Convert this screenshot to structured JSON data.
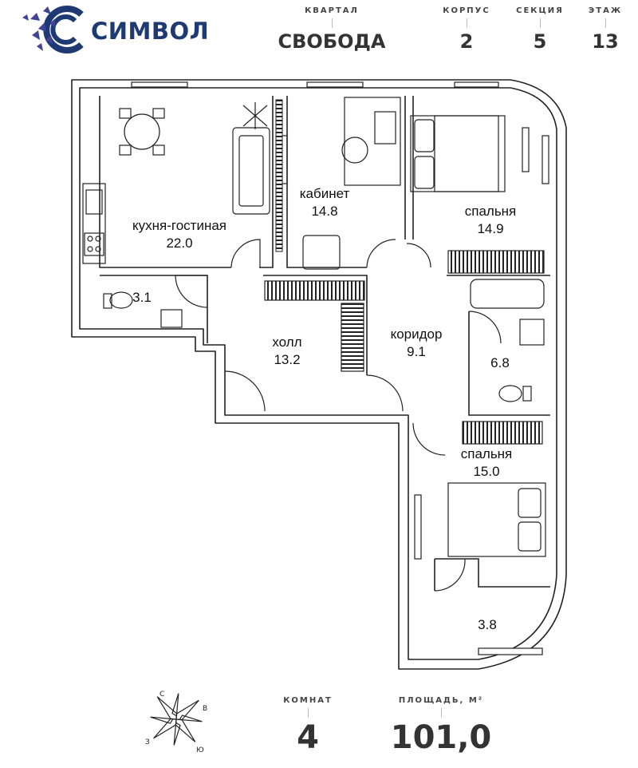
{
  "brand": {
    "name": "СИМВОЛ",
    "icon": "symbol-logo-icon"
  },
  "header": {
    "quarter": {
      "label": "КВАРТАЛ",
      "value": "СВОБОДА"
    },
    "building": {
      "label": "КОРПУС",
      "value": "2"
    },
    "section": {
      "label": "СЕКЦИЯ",
      "value": "5"
    },
    "floor": {
      "label": "ЭТАЖ",
      "value": "13"
    }
  },
  "rooms": {
    "kitchen": {
      "name": "кухня-гостиная",
      "area": "22.0"
    },
    "office": {
      "name": "кабинет",
      "area": "14.8"
    },
    "bedroom1": {
      "name": "спальня",
      "area": "14.9"
    },
    "wc": {
      "area": "3.1"
    },
    "hall": {
      "name": "холл",
      "area": "13.2"
    },
    "corridor": {
      "name": "коридор",
      "area": "9.1"
    },
    "bath": {
      "area": "6.8"
    },
    "bedroom2": {
      "name": "спальня",
      "area": "15.0"
    },
    "closet": {
      "area": "3.8"
    }
  },
  "compass": {
    "n": "С",
    "e": "В",
    "s": "Ю",
    "w": "З",
    "icon": "compass-rose-icon"
  },
  "footer": {
    "rooms": {
      "label": "КОМНАТ",
      "value": "4"
    },
    "area": {
      "label": "ПЛОЩАДЬ, М²",
      "value": "101,0"
    }
  },
  "colors": {
    "brand_blue": "#1f3a73",
    "wall": "#222222",
    "text": "#333333"
  }
}
